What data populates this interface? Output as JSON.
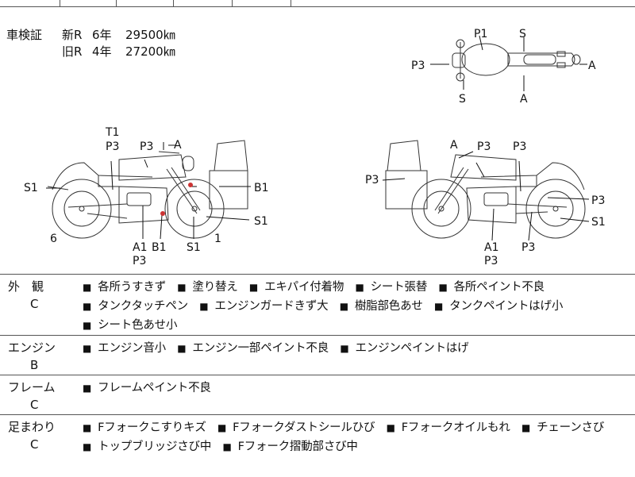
{
  "inspection": {
    "title": "車検証",
    "new": {
      "kind": "新R",
      "years": "6年",
      "value": "29500㎞"
    },
    "old": {
      "kind": "旧R",
      "years": "4年",
      "value": "27200㎞"
    }
  },
  "diagram": {
    "top_labels": [
      "P1",
      "S",
      "P3",
      "A",
      "S",
      "A"
    ],
    "left_labels": [
      "T1",
      "P3",
      "P3",
      "A",
      "S1",
      "B1",
      "S1",
      "A1",
      "B1",
      "P3",
      "S1",
      "6",
      "1"
    ],
    "right_labels": [
      "A",
      "P3",
      "P3",
      "P3",
      "P3",
      "S1",
      "A1",
      "P3",
      "P3"
    ]
  },
  "sections": [
    {
      "name": "外　観",
      "grade": "C",
      "items": [
        "各所うすきず",
        "塗り替え",
        "エキパイ付着物",
        "シート張替",
        "各所ペイント不良",
        "タンクタッチペン",
        "エンジンガードきず大",
        "樹脂部色あせ",
        "タンクペイントはげ小",
        "シート色あせ小"
      ]
    },
    {
      "name": "エンジン",
      "grade": "B",
      "items": [
        "エンジン音小",
        "エンジン一部ペイント不良",
        "エンジンペイントはげ"
      ]
    },
    {
      "name": "フレーム",
      "grade": "C",
      "items": [
        "フレームペイント不良"
      ]
    },
    {
      "name": "足まわり",
      "grade": "C",
      "items": [
        "Fフォークこすりキズ",
        "Fフォークダストシールひび",
        "Fフォークオイルもれ",
        "チェーンさび",
        "トップブリッジさび中",
        "Fフォーク摺動部さび中"
      ]
    }
  ],
  "bullet": "■"
}
